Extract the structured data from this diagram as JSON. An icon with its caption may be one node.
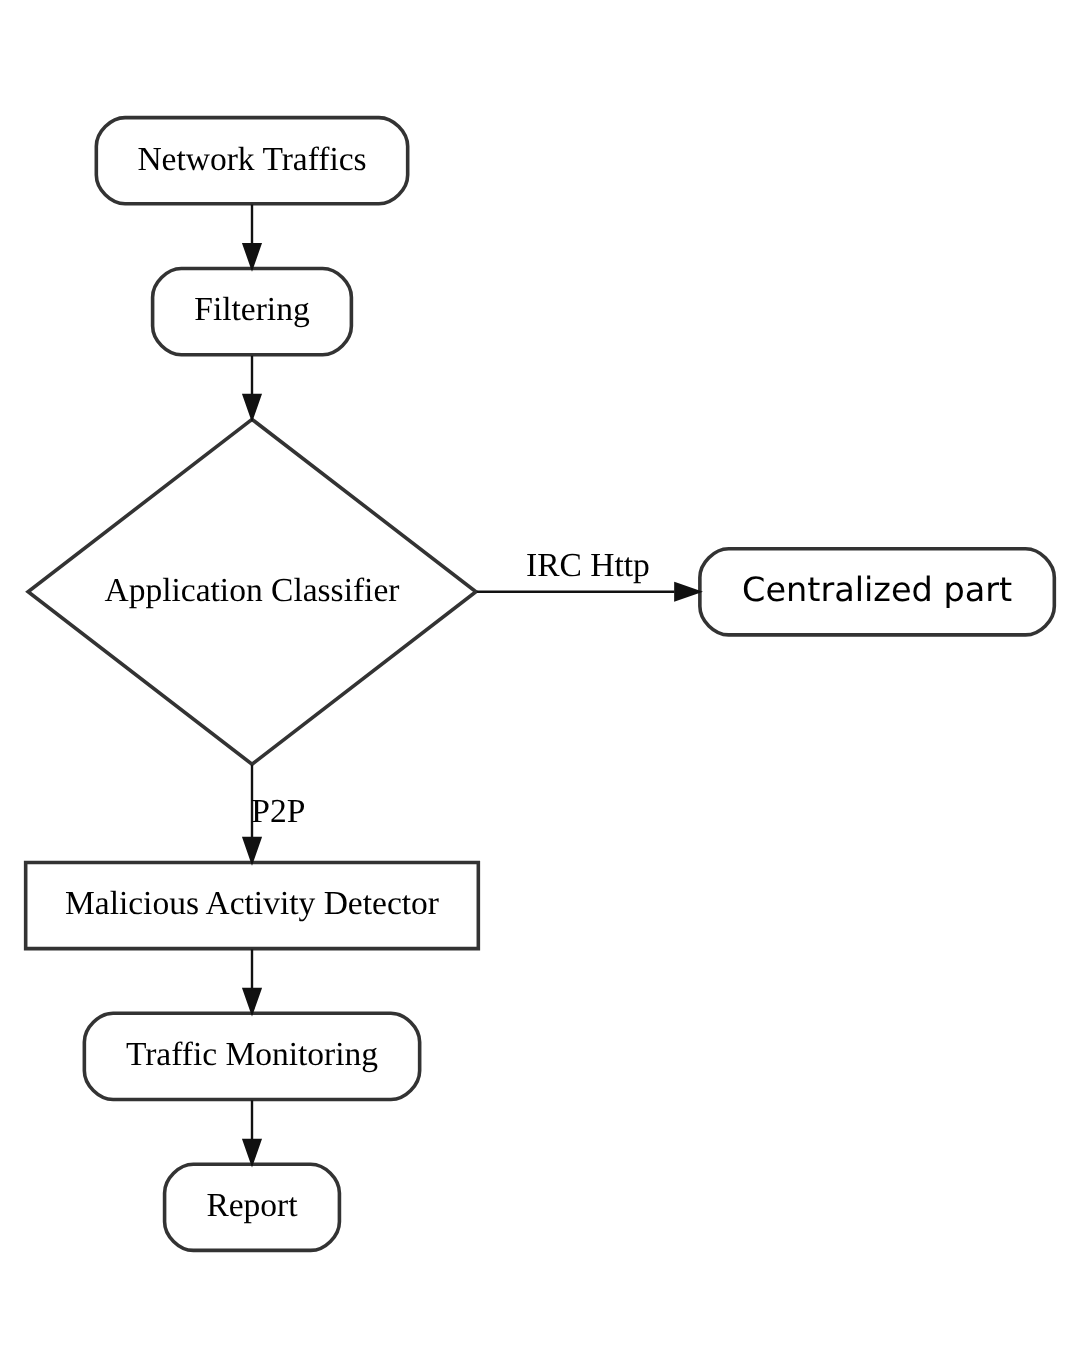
{
  "diagram": {
    "nodes": [
      {
        "text": [
          "Network Traffics"
        ]
      },
      {
        "text": [
          "Filtering"
        ]
      },
      {
        "text": [
          "Application Classifier"
        ]
      },
      {
        "text": [
          "Centralized part"
        ]
      },
      {
        "text": [
          "Malicious Activity Detector"
        ]
      },
      {
        "text": [
          "Traffic Monitoring"
        ]
      },
      {
        "text": [
          "Report"
        ]
      }
    ],
    "edges": [
      {
        "from": 0,
        "to": 1,
        "arrow": "to"
      },
      {
        "from": 1,
        "to": 2,
        "arrow": "to"
      },
      {
        "from": 2,
        "to": 3,
        "arrow": "to",
        "label": "IRC Http"
      },
      {
        "from": 2,
        "to": 4,
        "arrow": "to",
        "label": "P2P"
      },
      {
        "from": 4,
        "to": 5,
        "arrow": "to"
      },
      {
        "from": 5,
        "to": 6,
        "arrow": "to"
      }
    ]
  }
}
